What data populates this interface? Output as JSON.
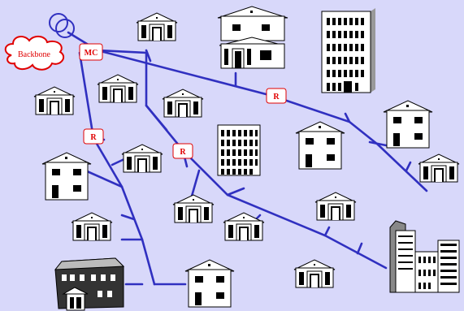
{
  "backbone_label": "Backbone",
  "mc_label": "MC",
  "router_label": "R",
  "colors": {
    "background": "#d8d8fa",
    "cable": "#3030c0",
    "label_text": "#e00000",
    "house_fill": "#ffffff",
    "outline": "#000000"
  }
}
